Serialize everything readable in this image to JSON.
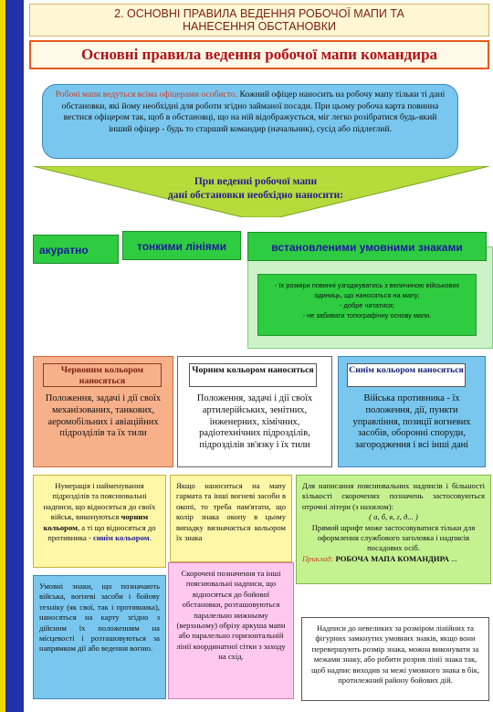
{
  "header": {
    "title_line1": "2. ОСНОВНІ ПРАВИЛА ВЕДЕННЯ РОБОЧОЇ МАПИ ТА",
    "title_line2": "НАНЕСЕННЯ ОБСТАНОВКИ",
    "subtitle": "Основні правила ведення робочої мапи командира"
  },
  "intro": {
    "accent_text": "Робочі мапи ведуться всіма офіцерами особисто.",
    "text": " Кожний офіцер наносить на робочу мапу тільки ті дані обстановки, які йому необхідні для роботи згідно займаної посади. При цьому робоча карта повинна вестися офіцером так, щоб в обстановці, що на ній відображується, міг легко розібратися будь-який інший офіцер - будь то старший командир (начальник), сусід або підлеглий."
  },
  "chevron": {
    "line1": "При веденні робочої мапи",
    "line2": "дані обстановки необхідно наносити:"
  },
  "tags": {
    "accurate": "акуратно",
    "thin_lines": "тонкими лініями",
    "symbols": "встановленими умовними знаками"
  },
  "symbol_rules": {
    "r1": "- їх розміри повинні узгоджуватись з величиною військових одиниць, що наносяться на мапу;",
    "r2": "- добре читатися;",
    "r3": "- не забивати топографічну основу мапи."
  },
  "colors": {
    "red": {
      "label": "Червоним кольором наносяться",
      "text": "Положення, задачі і дії своїх механізованих, танкових, аеромобільних і авіаційних підрозділів та їх тили"
    },
    "black": {
      "label": "Чорним кольором наносяться",
      "text": "Положення, задачі і дії своїх артилерійських, зенітних, інженерних, хімічних, радіотехнічних підрозділів, підрозділів зв'язку і їх тили"
    },
    "blue": {
      "label": "Синім кольором наносяться",
      "text": "Військa противника - їх положення, дії, пункти управління, позиції вогневих засобів, оборонні споруди, загородження і всі інші дані"
    }
  },
  "notes": {
    "numbering": {
      "t1": "Нумерація і найменування підрозділів та пояснювальні надписи, що відносяться до своїх військ, виконуються ",
      "black": "чорним кольором",
      "t2": ",      а ті що відносяться до противника - ",
      "blue": "синім кольором",
      "t3": "."
    },
    "guns": "Якщо наноситься на мапу гармата та інші вогневі засоби в окопі, то треба пам'ятати, що колір знака окопу в цьому випадку визначається кольором їх знака",
    "labels": {
      "t1": "Для написання пояснювальних надписів і більшості кількості скорочених позначень застосовуються отрочні літери (з нахилом):",
      "letters": "(      а, б, в, г, д...   )",
      "t2": "Прямий шрифт може застосовуватися тільки для оформлення службового заголовка і надписів посадових осіб.",
      "example_label": "Приклад:",
      "example_value": "РОБОЧА МАПА КОМАНДИРА",
      "tail": " ..."
    },
    "symbols_def": "Умовні знаки, що позначають війська, вогневі засоби і бойову техніку (як свої, так і противника), наносяться на карту згідно з дійсним їх положенням на місцевості і розташовуються за напрямком дії або ведення вогню.",
    "abbrev": "Скорочені позначення та інші пояснювальні надписи, що відносяться до бойової обстановки, розташовуються паралельно нижньому (верхньому) обрізу аркуша мапи або паралельно горизонтальній лінії координатної сітки з заходу на схід.",
    "size": "Надписи до невеликих за розміром лінійних та фігурних замкнутих умовних знаків, якщо вони перевершують розмір знака, можна виконувати за межами знаку, або робити розрив лінії знака так, щоб надпис виходив за межі умовного знака в бік, протилежний району бойових дій."
  }
}
